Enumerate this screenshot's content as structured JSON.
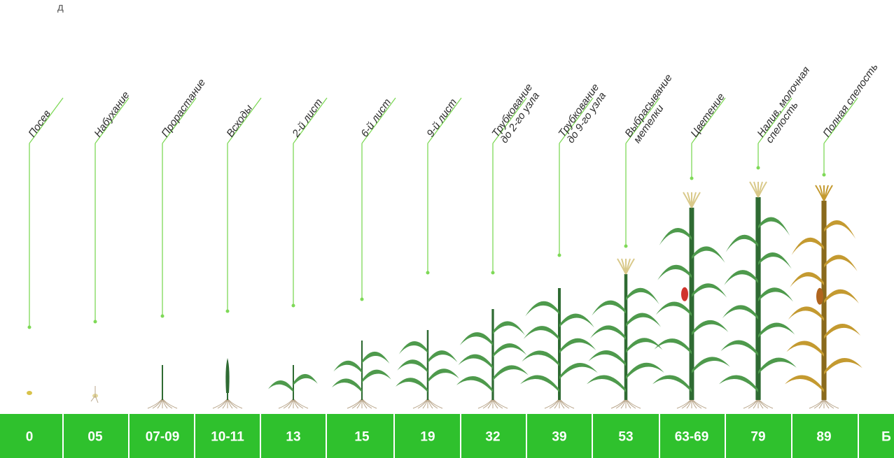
{
  "corner_mark": "д",
  "stages": [
    {
      "label": [
        "Посев"
      ],
      "code": "0",
      "growth": "seed"
    },
    {
      "label": [
        "Набухание"
      ],
      "code": "05",
      "growth": "swell"
    },
    {
      "label": [
        "Прорастание"
      ],
      "code": "07-09",
      "growth": "sprout"
    },
    {
      "label": [
        "Всходы"
      ],
      "code": "10-11",
      "growth": "shoot"
    },
    {
      "label": [
        "2-й лист"
      ],
      "code": "13",
      "growth": "leaf2"
    },
    {
      "label": [
        "6-й лист"
      ],
      "code": "15",
      "growth": "leaf6"
    },
    {
      "label": [
        "9-й лист"
      ],
      "code": "19",
      "growth": "leaf9"
    },
    {
      "label": [
        "Трубкование",
        "до 2-го узла"
      ],
      "code": "32",
      "growth": "node2"
    },
    {
      "label": [
        "Трубкование",
        "до 9-го узла"
      ],
      "code": "39",
      "growth": "node9"
    },
    {
      "label": [
        "Выбрасывание",
        "метелки"
      ],
      "code": "53",
      "growth": "tassel"
    },
    {
      "label": [
        "Цветение"
      ],
      "code": "63-69",
      "growth": "flower"
    },
    {
      "label": [
        "Налив, молочная",
        "спелость"
      ],
      "code": "79",
      "growth": "milk"
    },
    {
      "label": [
        "Полная спелость"
      ],
      "code": "89",
      "growth": "ripe"
    },
    {
      "label": [],
      "code": "Б",
      "growth": "none"
    }
  ],
  "colors": {
    "bar": "#2fc12d",
    "divider": "#ffffff",
    "leader": "#7ed957",
    "plant": "#2f6b33",
    "plant_light": "#4e9a4c",
    "ripe": "#c49a30",
    "ripe_dark": "#8a6a1c",
    "cob": "#d0342c",
    "root": "#b8a58a"
  }
}
